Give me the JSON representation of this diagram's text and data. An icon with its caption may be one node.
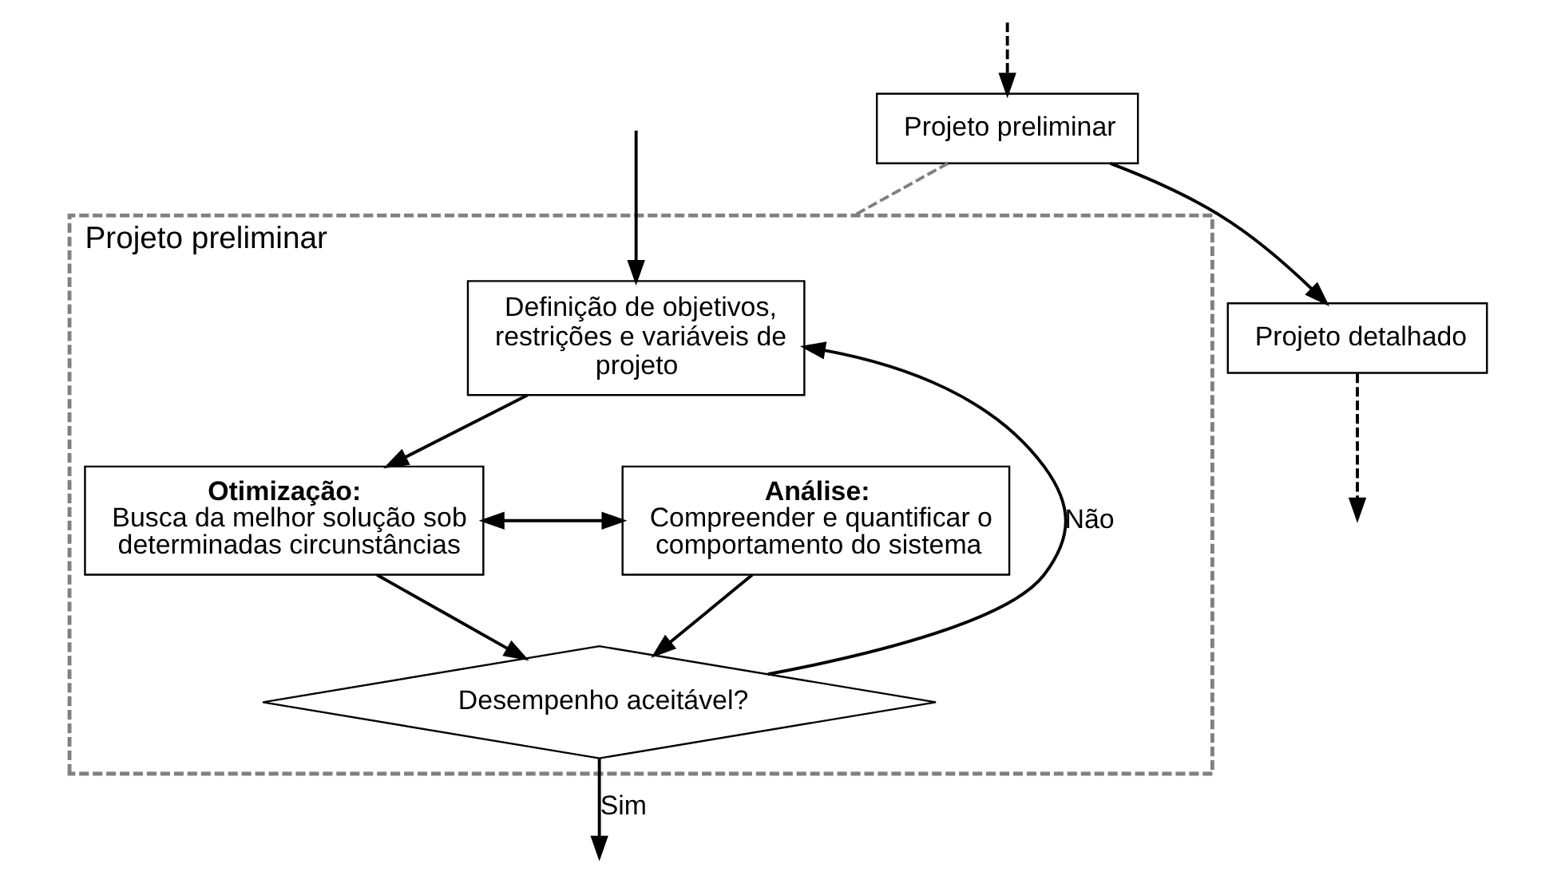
{
  "diagram": {
    "nodes": [
      {
        "text": [
          "Projeto preliminar"
        ]
      },
      {
        "text": [
          "Projeto detalhado"
        ]
      },
      {
        "text": [
          "Projeto preliminar"
        ]
      },
      {
        "text": [
          "Definição de objetivos, restrições e variáveis de projeto"
        ],
        "in": 2
      },
      {
        "text": [
          "Otimização:",
          "Busca da melhor solução sob determinadas circunstâncias"
        ],
        "in": 2
      },
      {
        "text": [
          "Análise:",
          "Compreender e quantificar o comportamento do sistema"
        ],
        "in": 2
      },
      {
        "text": [
          "Desempenho aceitável?"
        ],
        "in": 2
      }
    ],
    "edges": [
      {
        "from": null,
        "to": 0,
        "arrow": "to",
        "style": "dashed"
      },
      {
        "from": 0,
        "to": 1,
        "arrow": "to"
      },
      {
        "from": 1,
        "to": null,
        "arrow": "to",
        "style": "dashed"
      },
      {
        "from": 0,
        "to": 2,
        "arrow": "none",
        "style": "dashed",
        "color": "#808080"
      },
      {
        "from": null,
        "to": 3,
        "arrow": "to"
      },
      {
        "from": 3,
        "to": 4,
        "arrow": "to"
      },
      {
        "from": 4,
        "to": 5,
        "arrow": "both"
      },
      {
        "from": 4,
        "to": 6,
        "arrow": "to"
      },
      {
        "from": 5,
        "to": 6,
        "arrow": "to"
      },
      {
        "from": 6,
        "to": 3,
        "arrow": "to",
        "label": "Não"
      },
      {
        "from": 6,
        "to": null,
        "arrow": "to",
        "label": "Sim"
      }
    ]
  }
}
